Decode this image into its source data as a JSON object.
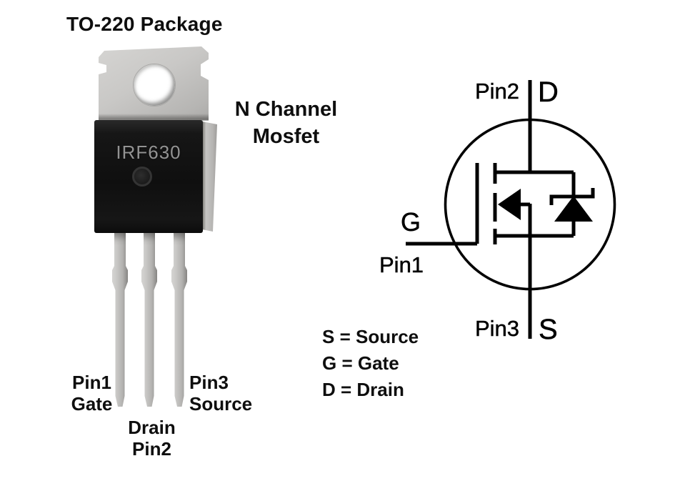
{
  "title": "TO-220 Package",
  "subtitle": {
    "line1": "N Channel",
    "line2": "Mosfet"
  },
  "package": {
    "part_number": "IRF630",
    "pin_labels": {
      "left": {
        "line1": "Pin1",
        "line2": "Gate"
      },
      "middle": {
        "line1": "Drain",
        "line2": "Pin2"
      },
      "right": {
        "line1": "Pin3",
        "line2": "Source"
      }
    }
  },
  "schematic": {
    "drain_pin": "Pin2",
    "drain_letter": "D",
    "gate_letter": "G",
    "gate_pin": "Pin1",
    "source_pin": "Pin3",
    "source_letter": "S"
  },
  "legend": {
    "line1": "S = Source",
    "line2": "G = Gate",
    "line3": "D = Drain"
  },
  "colors": {
    "background": "#ffffff",
    "text": "#0e0e0e",
    "tab_metal": "#c6c5c3",
    "body_plastic": "#141414",
    "part_number_text": "#939393",
    "lead_metal": "#bab9b7",
    "schematic_stroke": "#000000"
  }
}
